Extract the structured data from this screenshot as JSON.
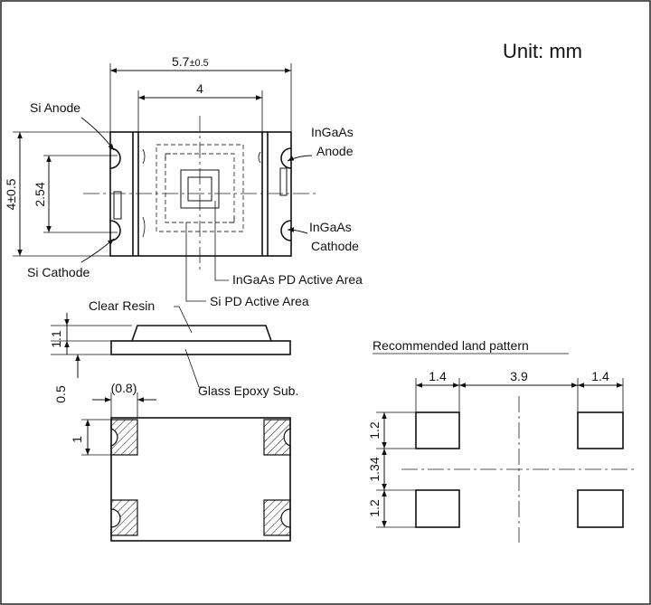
{
  "unit_label": "Unit: mm",
  "top_view": {
    "dim_width": "5.7",
    "dim_width_tol": "±0.5",
    "dim_inner_width": "4",
    "dim_height": "4±0.5",
    "dim_pitch": "2.54",
    "label_si_anode": "Si Anode",
    "label_si_cathode": "Si Cathode",
    "label_ingaas_anode_1": "InGaAs",
    "label_ingaas_anode_2": "Anode",
    "label_ingaas_cathode_1": "InGaAs",
    "label_ingaas_cathode_2": "Cathode",
    "label_ingaas_pd": "InGaAs PD Active Area",
    "label_si_pd": "Si PD Active Area"
  },
  "side_view": {
    "label_clear_resin": "Clear Resin",
    "label_glass_epoxy": "Glass Epoxy Sub.",
    "dim_resin_height": "1.1",
    "dim_sub_height": "0.5"
  },
  "bottom_view": {
    "dim_pad_width": "(0.8)",
    "dim_pad_height": "1"
  },
  "land_pattern": {
    "title": "Recommended land pattern",
    "dim_pad_w_left": "1.4",
    "dim_gap": "3.9",
    "dim_pad_w_right": "1.4",
    "dim_pad_h_top": "1.2",
    "dim_mid": "1.34",
    "dim_pad_h_bottom": "1.2"
  },
  "colors": {
    "line": "#111111",
    "active_area_accent": "#3b6fd8",
    "background": "#ffffff"
  }
}
